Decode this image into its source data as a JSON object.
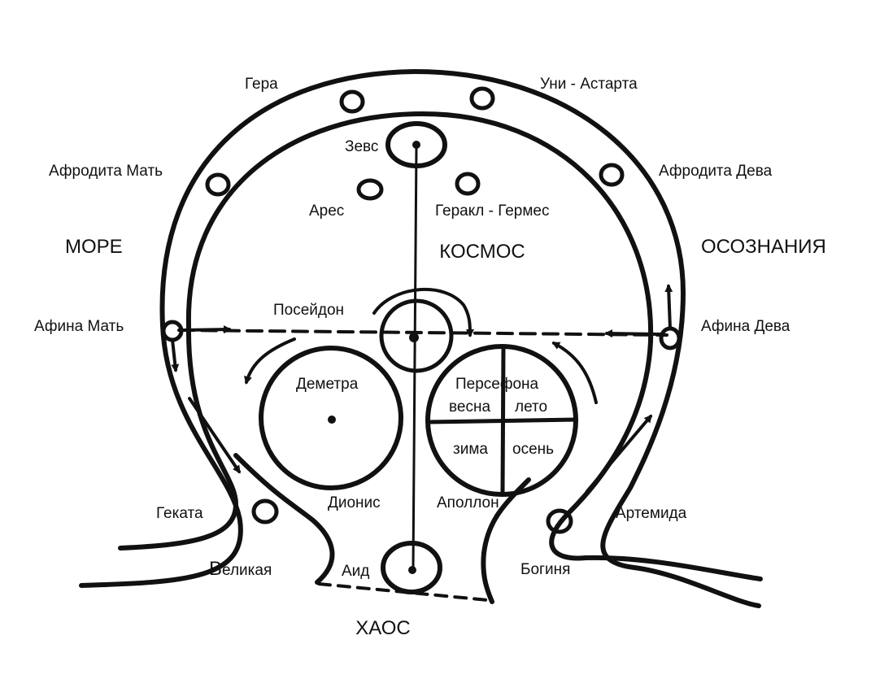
{
  "regions": {
    "sea": "МОРЕ",
    "cosmos": "КОСМОС",
    "awareness": "ОСОЗНАНИЯ",
    "chaos": "ХАОС"
  },
  "figures": {
    "hera": "Гера",
    "uni_astarte": "Уни - Астарта",
    "aphrodite_mother": "Афродита Мать",
    "aphrodite_maiden": "Афродита Дева",
    "zeus": "Зевс",
    "ares": "Арес",
    "heracles_hermes": "Геракл - Гермес",
    "poseidon": "Посейдон",
    "athena_mother": "Афина Мать",
    "athena_maiden": "Афина Дева",
    "demeter": "Деметра",
    "persephone": "Персефона",
    "dionysus": "Дионис",
    "apollo": "Аполлон",
    "hecate": "Геката",
    "artemis": "Артемида",
    "great_prefix": "В",
    "great_rest": "еликая",
    "goddess": "Богиня",
    "hades": "Аид"
  },
  "seasons": {
    "spring": "весна",
    "summer": "лето",
    "winter": "зима",
    "autumn": "осень"
  },
  "style": {
    "ink": "#111111",
    "paper": "#ffffff"
  }
}
